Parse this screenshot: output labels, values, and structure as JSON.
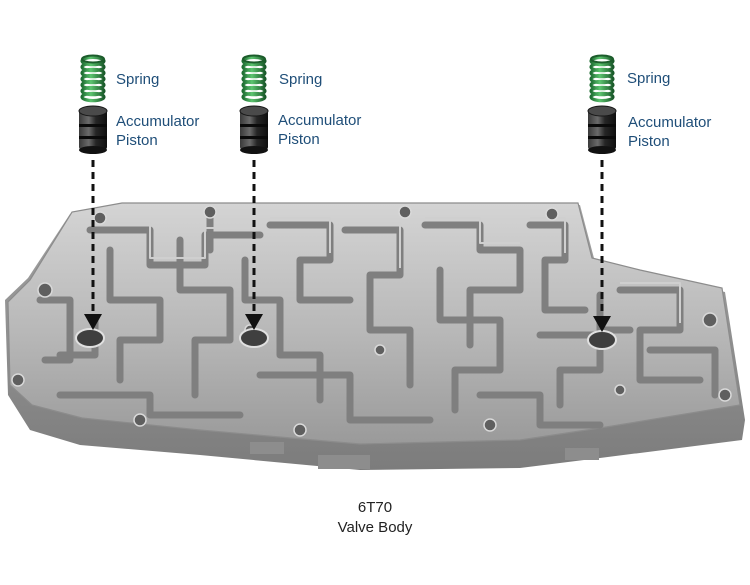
{
  "callouts": [
    {
      "spring_label": "Spring",
      "piston_label_1": "Accumulator",
      "piston_label_2": "Piston"
    },
    {
      "spring_label": "Spring",
      "piston_label_1": "Accumulator",
      "piston_label_2": "Piston"
    },
    {
      "spring_label": "Spring",
      "piston_label_1": "Accumulator",
      "piston_label_2": "Piston"
    }
  ],
  "caption": {
    "line1": "6T70",
    "line2": "Valve Body"
  },
  "colors": {
    "label_text": "#1f4e78",
    "spring": "#2e9a4a",
    "piston": "#1e1e1e",
    "casting": "#b9b9b9",
    "casting_shadow": "#8a8a8a",
    "arrow": "#111111"
  },
  "icons": [
    "spring-icon",
    "accumulator-piston-icon",
    "dashed-arrow-icon"
  ]
}
